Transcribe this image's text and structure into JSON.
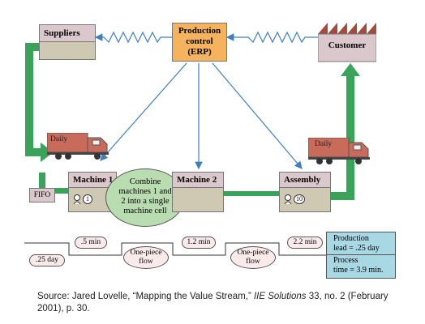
{
  "nodes": {
    "suppliers": "Suppliers",
    "production_control_1": "Production",
    "production_control_2": "control",
    "production_control_3": "(ERP)",
    "customer": "Customer",
    "machine1": "Machine 1",
    "machine2": "Machine 2",
    "assembly": "Assembly",
    "fifo": "FIFO",
    "combine_1": "Combine",
    "combine_2": "machines 1 and",
    "combine_3": "2 into a single",
    "combine_4": "machine cell"
  },
  "trucks": {
    "left_label": "Daily",
    "right_label": "Daily"
  },
  "operators": {
    "machine1_count": "1",
    "assembly_count": "10"
  },
  "timeline": {
    "step1": ".5 min",
    "step2": "1.2 min",
    "step3": "2.2 min",
    "wait1": ".25 day",
    "flow1_a": "One-piece",
    "flow1_b": "flow",
    "flow2_a": "One-piece",
    "flow2_b": "flow"
  },
  "summary": {
    "lead_a": "Production",
    "lead_b": "lead = .25 day",
    "process_a": "Process",
    "process_b": "time = 3.9 min."
  },
  "caption": {
    "prefix": "Source: Jared Lovelle, “Mapping the Value Stream,” ",
    "journal": "IIE Solutions",
    "suffix": " 33, no. 2 (February 2001), p. 30."
  },
  "colors": {
    "erp": "#f4b35c",
    "process_header": "#dbc8cc",
    "process_body": "#cfc9b4",
    "flow_arrow": "#3aa35a",
    "info_arrow": "#3d7fc0",
    "kaizen": "#b9ddb0",
    "summary_box": "#a9d8e5",
    "factory_roof": "#a34c3c"
  }
}
